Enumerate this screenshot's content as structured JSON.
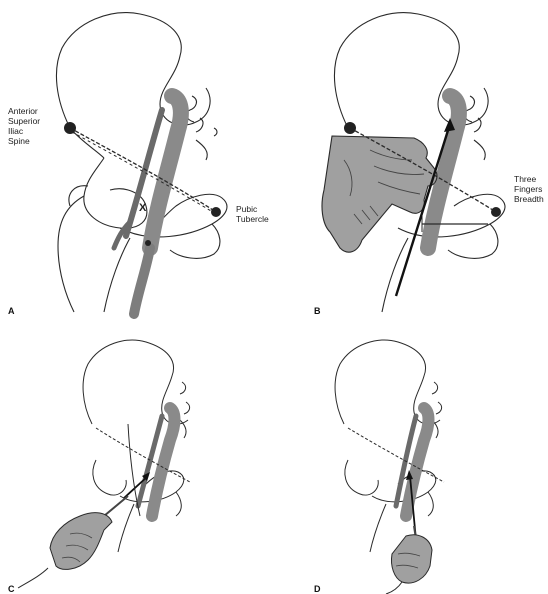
{
  "panels": [
    {
      "id": "A",
      "labels": {
        "asis": "Anterior\nSuperior\nIliac\nSpine",
        "pubic": "Pubic\nTubercle",
        "marker": "X"
      }
    },
    {
      "id": "B",
      "labels": {
        "three": "Three\nFingers\nBreadth"
      }
    },
    {
      "id": "C",
      "labels": {}
    },
    {
      "id": "D",
      "labels": {}
    }
  ],
  "colors": {
    "line": "#2a2a2a",
    "vessel": "#7d7d7d",
    "vessel_dark": "#5e5e5e",
    "hand": "#9a9a9a",
    "landmark": "#222222"
  }
}
